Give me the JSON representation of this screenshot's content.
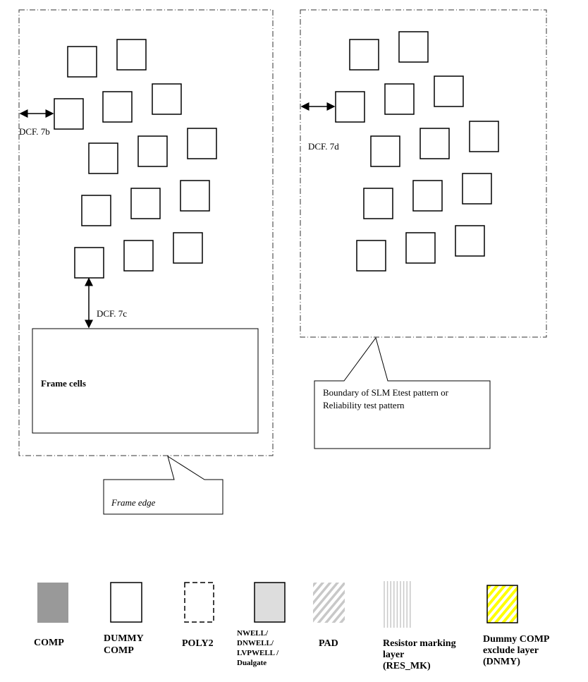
{
  "diagram": {
    "left_region": {
      "label_7b": "DCF. 7b",
      "label_7c": "DCF. 7c",
      "frame_cells_label": "Frame cells",
      "frame_edge_label": "Frame edge"
    },
    "right_region": {
      "label_7d": "DCF. 7d",
      "callout_line1": "Boundary of SLM Etest pattern or",
      "callout_line2": "Reliability test pattern"
    }
  },
  "legend": {
    "comp": {
      "label": "COMP",
      "color": "#999999"
    },
    "dummy_comp": {
      "line1": "DUMMY",
      "line2": "COMP"
    },
    "poly2": {
      "label": "POLY2"
    },
    "nwell": {
      "line1": "NWELL/",
      "line2": "DNWELL/",
      "line3": "LVPWELL /",
      "line4": "Dualgate",
      "color": "#dddddd"
    },
    "pad": {
      "label": "PAD"
    },
    "res_mk": {
      "line1": "Resistor marking",
      "line2": "layer",
      "line3": "(RES_MK)"
    },
    "dnmy": {
      "line1": "Dummy COMP",
      "line2": "exclude layer",
      "line3": "(DNMY)",
      "color": "#ffff00"
    }
  }
}
